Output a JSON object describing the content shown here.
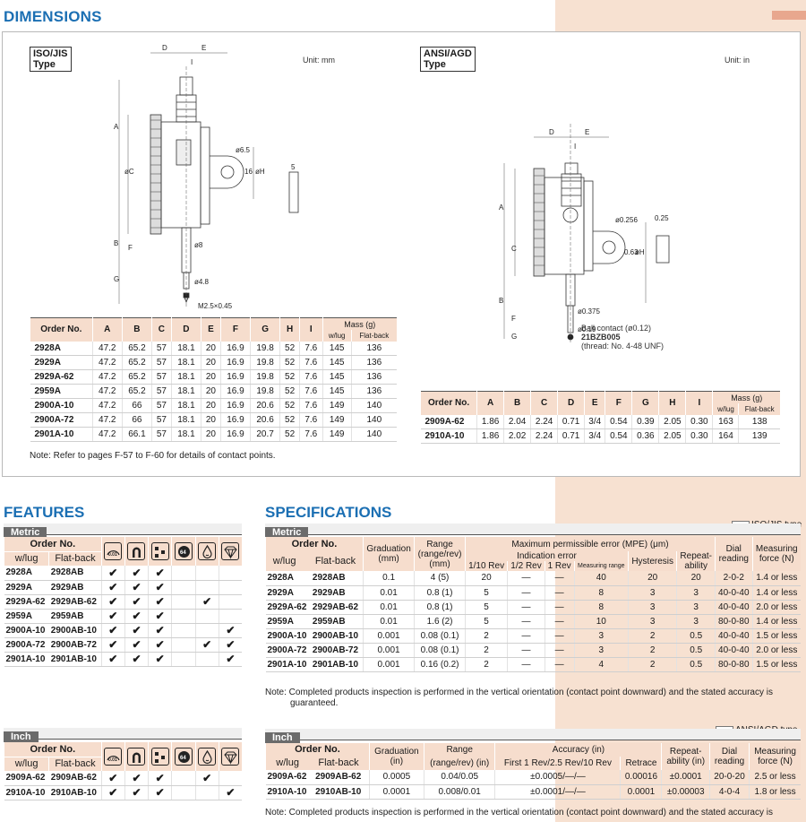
{
  "dimensions": {
    "title": "DIMENSIONS",
    "iso_tag": [
      "ISO/JIS",
      "Type"
    ],
    "ansi_tag": [
      "ANSI/AGD",
      "Type"
    ],
    "unit_mm": "Unit: mm",
    "unit_in": "Unit: in",
    "metric_drawing_labels": [
      "D",
      "E",
      "I",
      "A",
      "øC",
      "B",
      "F",
      "G",
      "ø6.5",
      "16",
      "øH",
      "5",
      "ø8",
      "ø4.8",
      "M2.5×0.45"
    ],
    "inch_drawing_labels": [
      "D",
      "E",
      "I",
      "A",
      "C",
      "B",
      "F",
      "G",
      "ø0.256",
      "0.63",
      "øH",
      "0.25",
      "ø0.375",
      "ø0.19",
      "Ball contact (ø0.12)",
      "21BZB005",
      "(thread: No. 4-48 UNF)"
    ],
    "headers": [
      "Order No.",
      "A",
      "B",
      "C",
      "D",
      "E",
      "F",
      "G",
      "H",
      "I"
    ],
    "mass_header": "Mass (g)",
    "mass_sub": [
      "w/lug",
      "Flat-back"
    ],
    "metric_rows": [
      [
        "2928A",
        "47.2",
        "65.2",
        "57",
        "18.1",
        "20",
        "16.9",
        "19.8",
        "52",
        "7.6",
        "145",
        "136"
      ],
      [
        "2929A",
        "47.2",
        "65.2",
        "57",
        "18.1",
        "20",
        "16.9",
        "19.8",
        "52",
        "7.6",
        "145",
        "136"
      ],
      [
        "2929A-62",
        "47.2",
        "65.2",
        "57",
        "18.1",
        "20",
        "16.9",
        "19.8",
        "52",
        "7.6",
        "145",
        "136"
      ],
      [
        "2959A",
        "47.2",
        "65.2",
        "57",
        "18.1",
        "20",
        "16.9",
        "19.8",
        "52",
        "7.6",
        "145",
        "136"
      ],
      [
        "2900A-10",
        "47.2",
        "66",
        "57",
        "18.1",
        "20",
        "16.9",
        "20.6",
        "52",
        "7.6",
        "149",
        "140"
      ],
      [
        "2900A-72",
        "47.2",
        "66",
        "57",
        "18.1",
        "20",
        "16.9",
        "20.6",
        "52",
        "7.6",
        "149",
        "140"
      ],
      [
        "2901A-10",
        "47.2",
        "66.1",
        "57",
        "18.1",
        "20",
        "16.9",
        "20.7",
        "52",
        "7.6",
        "149",
        "140"
      ]
    ],
    "inch_rows": [
      [
        "2909A-62",
        "1.86",
        "2.04",
        "2.24",
        "0.71",
        "3/4",
        "0.54",
        "0.39",
        "2.05",
        "0.30",
        "163",
        "138"
      ],
      [
        "2910A-10",
        "1.86",
        "2.02",
        "2.24",
        "0.71",
        "3/4",
        "0.54",
        "0.36",
        "2.05",
        "0.30",
        "164",
        "139"
      ]
    ],
    "note": "Note: Refer to pages F-57 to F-60 for details of contact points."
  },
  "features": {
    "title": "FEATURES",
    "metric_label": "Metric",
    "inch_label": "Inch",
    "order_no": "Order No.",
    "col_lug": "w/lug",
    "col_flat": "Flat-back",
    "icons": [
      "dial-icon",
      "horseshoe-icon",
      "dots-icon",
      "counter-icon",
      "drop-icon",
      "diamond-icon"
    ],
    "check": "✔",
    "metric_rows": [
      {
        "lug": "2928A",
        "flat": "2928AB",
        "marks": [
          1,
          1,
          1,
          0,
          0,
          0
        ]
      },
      {
        "lug": "2929A",
        "flat": "2929AB",
        "marks": [
          1,
          1,
          1,
          0,
          0,
          0
        ]
      },
      {
        "lug": "2929A-62",
        "flat": "2929AB-62",
        "marks": [
          1,
          1,
          1,
          0,
          1,
          0
        ]
      },
      {
        "lug": "2959A",
        "flat": "2959AB",
        "marks": [
          1,
          1,
          1,
          0,
          0,
          0
        ]
      },
      {
        "lug": "2900A-10",
        "flat": "2900AB-10",
        "marks": [
          1,
          1,
          1,
          0,
          0,
          1
        ]
      },
      {
        "lug": "2900A-72",
        "flat": "2900AB-72",
        "marks": [
          1,
          1,
          1,
          0,
          1,
          1
        ]
      },
      {
        "lug": "2901A-10",
        "flat": "2901AB-10",
        "marks": [
          1,
          1,
          1,
          0,
          0,
          1
        ]
      }
    ],
    "inch_rows": [
      {
        "lug": "2909A-62",
        "flat": "2909AB-62",
        "marks": [
          1,
          1,
          1,
          0,
          1,
          0
        ]
      },
      {
        "lug": "2910A-10",
        "flat": "2910AB-10",
        "marks": [
          1,
          1,
          1,
          0,
          0,
          1
        ]
      }
    ]
  },
  "specifications": {
    "title": "SPECIFICATIONS",
    "metric_label": "Metric",
    "inch_label": "Inch",
    "iso_legend": "ISO/JIS type",
    "ansi_legend": "ANSI/AGD type",
    "metric_headers": {
      "order_no": "Order No.",
      "lug": "w/lug",
      "flat": "Flat-back",
      "graduation": [
        "Graduation",
        "(mm)"
      ],
      "range": [
        "Range",
        "(range/rev)",
        "(mm)"
      ],
      "mpe": "Maximum permissible error (MPE) (μm)",
      "indication": "Indication error",
      "sub": [
        "1/10 Rev",
        "1/2 Rev",
        "1 Rev",
        "Measuring range"
      ],
      "hysteresis": "Hysteresis",
      "repeat": [
        "Repeat-",
        "ability"
      ],
      "dial": [
        "Dial",
        "reading"
      ],
      "force": [
        "Measuring",
        "force (N)"
      ]
    },
    "metric_rows": [
      [
        "2928A",
        "2928AB",
        "0.1",
        "4 (5)",
        "20",
        "—",
        "—",
        "40",
        "20",
        "20",
        "2-0-2",
        "1.4 or less"
      ],
      [
        "2929A",
        "2929AB",
        "0.01",
        "0.8 (1)",
        "5",
        "—",
        "—",
        "8",
        "3",
        "3",
        "40-0-40",
        "1.4 or less"
      ],
      [
        "2929A-62",
        "2929AB-62",
        "0.01",
        "0.8 (1)",
        "5",
        "—",
        "—",
        "8",
        "3",
        "3",
        "40-0-40",
        "2.0 or less"
      ],
      [
        "2959A",
        "2959AB",
        "0.01",
        "1.6 (2)",
        "5",
        "—",
        "—",
        "10",
        "3",
        "3",
        "80-0-80",
        "1.4 or less"
      ],
      [
        "2900A-10",
        "2900AB-10",
        "0.001",
        "0.08 (0.1)",
        "2",
        "—",
        "—",
        "3",
        "2",
        "0.5",
        "40-0-40",
        "1.5 or less"
      ],
      [
        "2900A-72",
        "2900AB-72",
        "0.001",
        "0.08 (0.1)",
        "2",
        "—",
        "—",
        "3",
        "2",
        "0.5",
        "40-0-40",
        "2.0 or less"
      ],
      [
        "2901A-10",
        "2901AB-10",
        "0.001",
        "0.16 (0.2)",
        "2",
        "—",
        "—",
        "4",
        "2",
        "0.5",
        "80-0-80",
        "1.5 or less"
      ]
    ],
    "metric_note": [
      "Note: Completed products inspection is performed in the vertical orientation (contact point downward) and the stated accuracy is",
      "guaranteed."
    ],
    "inch_headers": {
      "order_no": "Order No.",
      "lug": "w/lug",
      "flat": "Flat-back",
      "graduation": [
        "Graduation",
        "(in)"
      ],
      "range": "Range",
      "range_sub": "(range/rev) (in)",
      "accuracy": "Accuracy (in)",
      "acc_sub": [
        "First 1 Rev/2.5 Rev/10 Rev",
        "Retrace"
      ],
      "repeat": [
        "Repeat-",
        "ability (in)"
      ],
      "dial": [
        "Dial",
        "reading"
      ],
      "force": [
        "Measuring",
        "force (N)"
      ]
    },
    "inch_rows": [
      [
        "2909A-62",
        "2909AB-62",
        "0.0005",
        "0.04/0.05",
        "±0.0005/—/—",
        "0.00016",
        "±0.0001",
        "20-0-20",
        "2.5 or less"
      ],
      [
        "2910A-10",
        "2910AB-10",
        "0.0001",
        "0.008/0.01",
        "±0.0001/—/—",
        "0.0001",
        "±0.00003",
        "4-0-4",
        "1.8 or less"
      ]
    ],
    "inch_note": "Note: Completed products inspection is performed in the vertical orientation (contact point downward) and the stated accuracy is"
  }
}
